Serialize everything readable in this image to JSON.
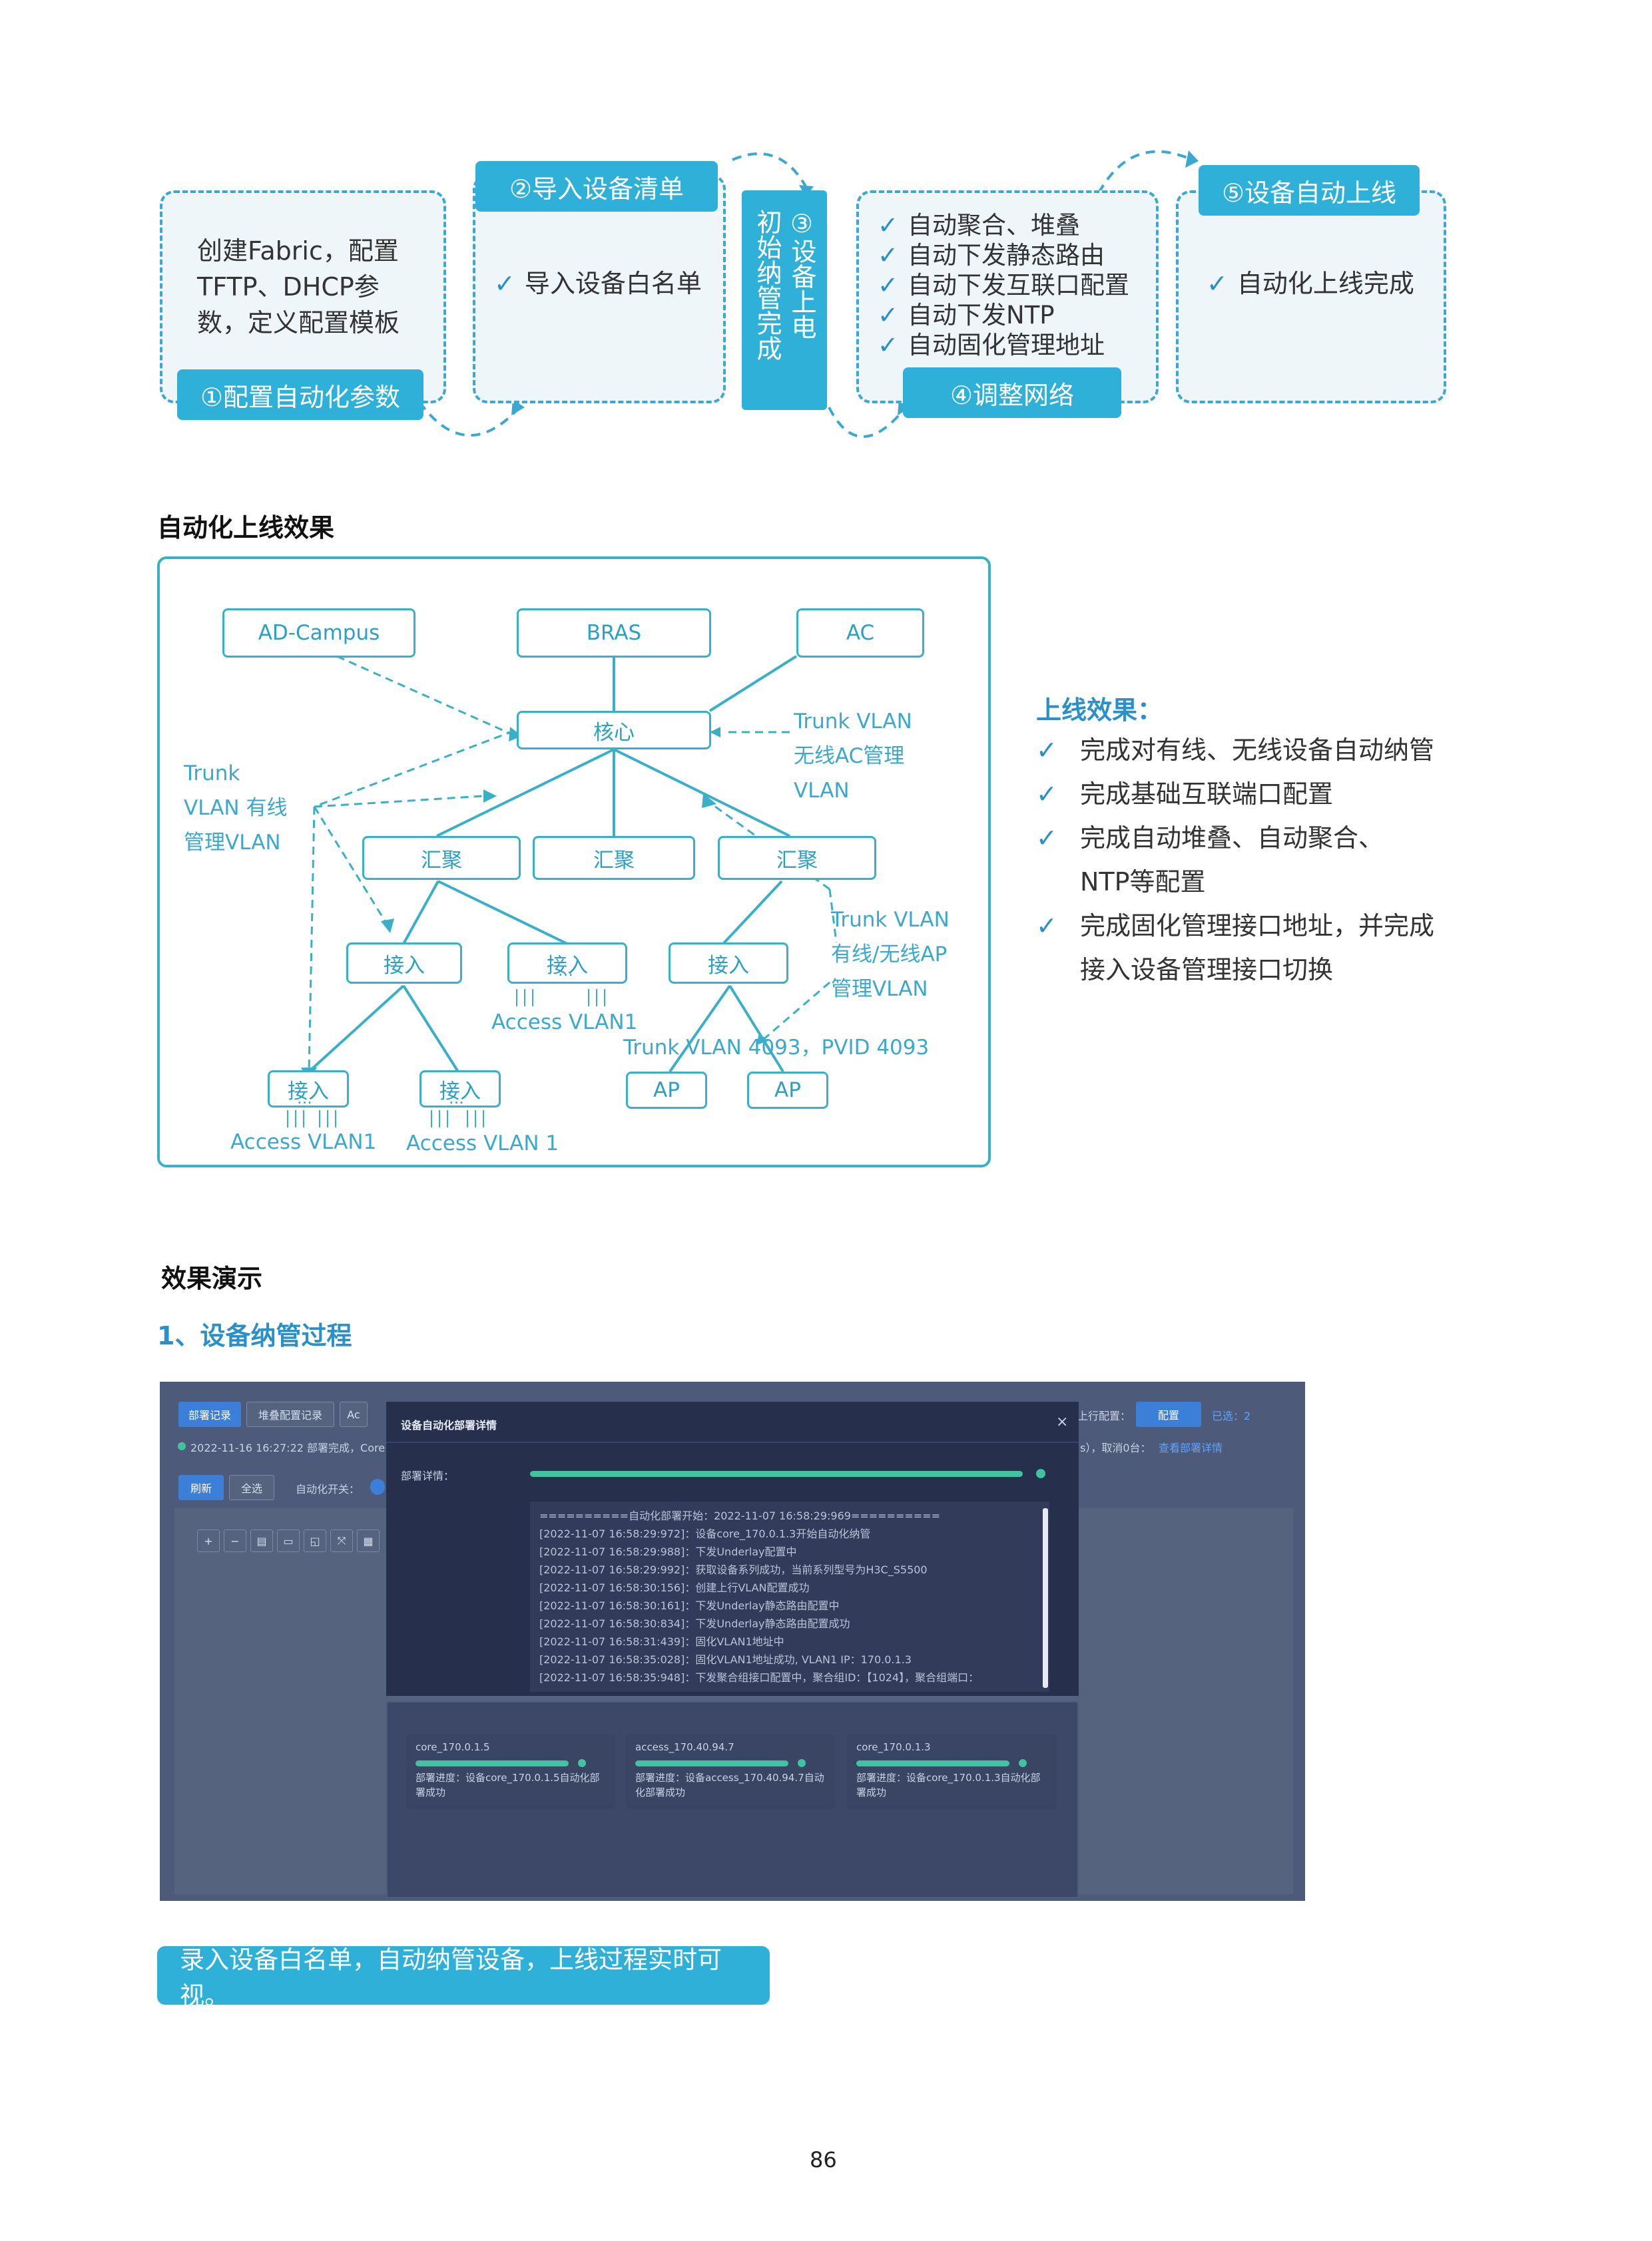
{
  "flow": {
    "step1": {
      "label": "①配置自动化参数",
      "lines": [
        "创建Fabric，配置",
        "TFTP、DHCP参",
        "数，定义配置模板"
      ]
    },
    "step2": {
      "label": "②导入设备清单",
      "items": [
        "导入设备白名单"
      ]
    },
    "step3": {
      "col1": "③设备上电",
      "col2": "初始纳管完成"
    },
    "step4": {
      "label": "④调整网络",
      "items": [
        "自动聚合、堆叠",
        "自动下发静态路由",
        "自动下发互联口配置",
        "自动下发NTP",
        "自动固化管理地址"
      ]
    },
    "step5": {
      "label": "⑤设备自动上线",
      "items": [
        "自动化上线完成"
      ]
    },
    "check_icon": "✓"
  },
  "section1": {
    "title": "自动化上线效果"
  },
  "topology": {
    "nodes": {
      "ad_campus": "AD-Campus",
      "bras": "BRAS",
      "ac": "AC",
      "core": "核心",
      "agg1": "汇聚",
      "agg2": "汇聚",
      "agg3": "汇聚",
      "acc1": "接入",
      "acc2": "接入",
      "acc3": "接入",
      "acc4": "接入",
      "acc5": "接入",
      "ap1": "AP",
      "ap2": "AP"
    },
    "labels": {
      "trunk_left": [
        "Trunk",
        "VLAN 有线",
        "管理VLAN"
      ],
      "trunk_ac": [
        "Trunk VLAN",
        "无线AC管理",
        "VLAN"
      ],
      "trunk_ap": [
        "Trunk VLAN",
        "有线/无线AP",
        "管理VLAN"
      ],
      "access_mid": "Access  VLAN1",
      "trunk_4093": "Trunk VLAN 4093，PVID 4093",
      "access_left1": "Access VLAN1",
      "access_left2": "Access VLAN 1",
      "dots": "..."
    }
  },
  "effects": {
    "title": "上线效果：",
    "items": [
      "完成对有线、无线设备自动纳管",
      "完成基础互联端口配置",
      "完成自动堆叠、自动聚合、NTP等配置",
      "完成固化管理接口地址，并完成接入设备管理接口切换"
    ]
  },
  "section2": {
    "title": "效果演示",
    "subtitle": "1、设备纳管过程"
  },
  "screenshot": {
    "tabs": [
      "部署记录",
      "堆叠配置记录",
      "Ac"
    ],
    "status_line": "2022-11-16 16:27:22 部署完成，Core",
    "status_right": "s），取消0台：",
    "view_detail": "查看部署详情",
    "uplink_label": "上行配置：",
    "config_button": "配置",
    "selected": "已选：2",
    "refresh": "刷新",
    "select_all": "全选",
    "auto_switch": "自动化开关：",
    "tool_icons": [
      "+",
      "−",
      "▤",
      "▭",
      "◱",
      "⤧",
      "▦"
    ],
    "modal": {
      "title": "设备自动化部署详情",
      "close": "×",
      "detail_label": "部署详情：",
      "progress": 1.0,
      "log": [
        "==========自动化部署开始：2022-11-07 16:58:29:969==========",
        "[2022-11-07 16:58:29:972]：设备core_170.0.1.3开始自动化纳管",
        "[2022-11-07 16:58:29:988]：下发Underlay配置中",
        "[2022-11-07 16:58:29:992]：获取设备系列成功，当前系列型号为H3C_S5500",
        "[2022-11-07 16:58:30:156]：创建上行VLAN配置成功",
        "[2022-11-07 16:58:30:161]：下发Underlay静态路由配置中",
        "[2022-11-07 16:58:30:834]：下发Underlay静态路由配置成功",
        "[2022-11-07 16:58:31:439]：固化VLAN1地址中",
        "[2022-11-07 16:58:35:028]：固化VLAN1地址成功, VLAN1 IP：170.0.1.3",
        "[2022-11-07 16:58:35:948]：下发聚合组接口配置中，聚合组ID：【1024】，聚合组端口："
      ]
    },
    "cards": [
      {
        "name": "core_170.0.1.5",
        "progress": 1.0,
        "status": "部署进度：设备core_170.0.1.5自动化部署成功"
      },
      {
        "name": "access_170.40.94.7",
        "progress": 1.0,
        "status": "部署进度：设备access_170.40.94.7自动化部署成功"
      },
      {
        "name": "core_170.0.1.3",
        "progress": 1.0,
        "status": "部署进度：设备core_170.0.1.3自动化部署成功"
      }
    ]
  },
  "caption": "录入设备白名单，自动纳管设备，上线过程实时可视。",
  "page_number": "86",
  "colors": {
    "accent": "#2fb0d8",
    "line": "#39b0c8",
    "check": "#2b90c8",
    "progress": "#3fc3a0"
  }
}
